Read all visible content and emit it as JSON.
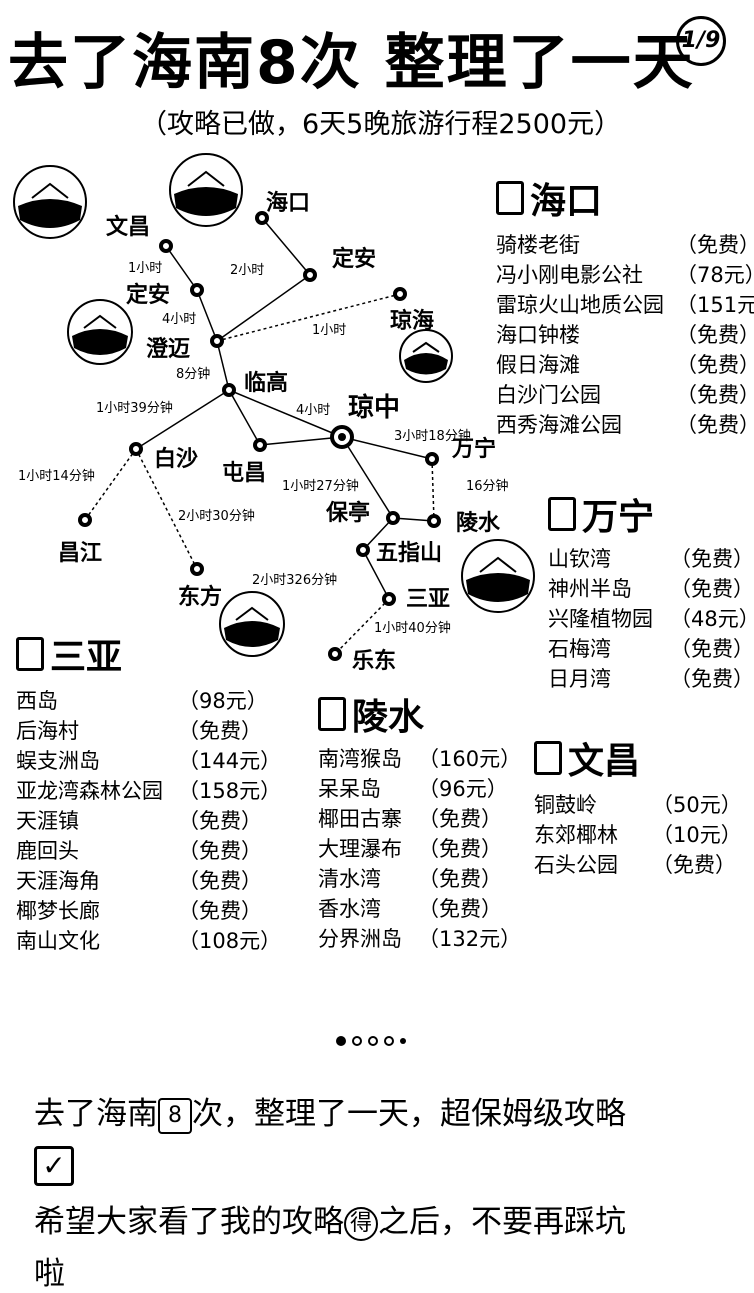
{
  "header": {
    "title": "去了海南8次  整理了一天",
    "subtitle": "（攻略已做，6天5晚旅游行程2500元）",
    "page_indicator": "1/9"
  },
  "map": {
    "cities": [
      {
        "id": "haikou",
        "label": "海口"
      },
      {
        "id": "wenchang",
        "label": "文昌"
      },
      {
        "id": "dingan_top",
        "label": "定安"
      },
      {
        "id": "dingan",
        "label": "定安"
      },
      {
        "id": "qionghai",
        "label": "琼海"
      },
      {
        "id": "chengmai",
        "label": "澄迈"
      },
      {
        "id": "lingao",
        "label": "临高"
      },
      {
        "id": "qiongzhong",
        "label": "琼中"
      },
      {
        "id": "baisha",
        "label": "白沙"
      },
      {
        "id": "tunchang",
        "label": "屯昌"
      },
      {
        "id": "wanning",
        "label": "万宁"
      },
      {
        "id": "changjiang",
        "label": "昌江"
      },
      {
        "id": "baoting",
        "label": "保亭"
      },
      {
        "id": "lingshui",
        "label": "陵水"
      },
      {
        "id": "wuzhishan",
        "label": "五指山"
      },
      {
        "id": "dongfang",
        "label": "东方"
      },
      {
        "id": "sanya",
        "label": "三亚"
      },
      {
        "id": "ledong",
        "label": "乐东"
      }
    ],
    "edges": [
      {
        "label": "1小时"
      },
      {
        "label": "2小时"
      },
      {
        "label": "4小时"
      },
      {
        "label": "1小时"
      },
      {
        "label": "8分钟"
      },
      {
        "label": "1小时39分钟"
      },
      {
        "label": "4小时"
      },
      {
        "label": "3小时18分钟"
      },
      {
        "label": "1小时14分钟"
      },
      {
        "label": "1小时27分钟"
      },
      {
        "label": "16分钟"
      },
      {
        "label": "2小时30分钟"
      },
      {
        "label": "2小时326分钟"
      },
      {
        "label": "1小时40分钟"
      }
    ]
  },
  "sections": {
    "haikou": {
      "title": "海口",
      "items": [
        {
          "name": "骑楼老街",
          "price": "（免费）"
        },
        {
          "name": "冯小刚电影公社",
          "price": "（78元）"
        },
        {
          "name": "雷琼火山地质公园",
          "price": "（151元）"
        },
        {
          "name": "海口钟楼",
          "price": "（免费）"
        },
        {
          "name": "假日海滩",
          "price": "（免费）"
        },
        {
          "name": "白沙门公园",
          "price": "（免费）"
        },
        {
          "name": "西秀海滩公园",
          "price": "（免费）"
        }
      ]
    },
    "wanning": {
      "title": "万宁",
      "items": [
        {
          "name": "山钦湾",
          "price": "（免费）"
        },
        {
          "name": "神州半岛",
          "price": "（免费）"
        },
        {
          "name": "兴隆植物园",
          "price": "（48元）"
        },
        {
          "name": "石梅湾",
          "price": "（免费）"
        },
        {
          "name": "日月湾",
          "price": "（免费）"
        }
      ]
    },
    "sanya": {
      "title": "三亚",
      "items": [
        {
          "name": "西岛",
          "price": "（98元）"
        },
        {
          "name": "后海村",
          "price": "（免费）"
        },
        {
          "name": "蜈支洲岛",
          "price": "（144元）"
        },
        {
          "name": "亚龙湾森林公园",
          "price": "（158元）"
        },
        {
          "name": "天涯镇",
          "price": "（免费）"
        },
        {
          "name": "鹿回头",
          "price": "（免费）"
        },
        {
          "name": "天涯海角",
          "price": "（免费）"
        },
        {
          "name": "椰梦长廊",
          "price": "（免费）"
        },
        {
          "name": "南山文化",
          "price": "（108元）"
        }
      ]
    },
    "lingshui": {
      "title": "陵水",
      "items": [
        {
          "name": "南湾猴岛",
          "price": "（160元）"
        },
        {
          "name": "呆呆岛",
          "price": "（96元）"
        },
        {
          "name": "椰田古寨",
          "price": "（免费）"
        },
        {
          "name": "大理瀑布",
          "price": "（免费）"
        },
        {
          "name": "清水湾",
          "price": "（免费）"
        },
        {
          "name": "香水湾",
          "price": "（免费）"
        },
        {
          "name": "分界洲岛",
          "price": "（132元）"
        }
      ]
    },
    "wenchang": {
      "title": "文昌",
      "items": [
        {
          "name": "铜鼓岭",
          "price": "（50元）"
        },
        {
          "name": "东郊椰林",
          "price": "（10元）"
        },
        {
          "name": "石头公园",
          "price": "（免费）"
        }
      ]
    }
  },
  "caption": {
    "line1_pre": "去了海南",
    "line1_emoji": "8",
    "line1_post": "次，整理了一天，超保姆级攻略",
    "line2_pre": "希望大家看了我的攻略",
    "line2_emoji": "得",
    "line2_post": "之后，不要再踩坑",
    "line3": "啦",
    "check": "✓"
  },
  "colors": {
    "text": "#000000",
    "background": "#ffffff"
  }
}
